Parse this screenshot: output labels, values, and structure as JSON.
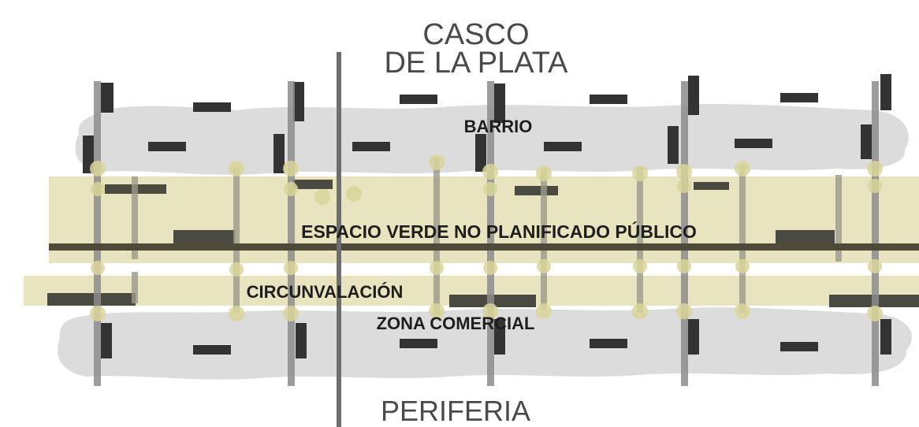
{
  "labels": {
    "top_line1": "CASCO",
    "top_line2": "DE LA PLATA",
    "barrio": "BARRIO",
    "espacio_verde": "ESPACIO VERDE NO PLANIFICADO PÚBLICO",
    "circunvalacion": "CIRCUNVALACIÓN",
    "zona_comercial": "ZONA COMERCIAL",
    "periferia": "PERIFERIA"
  },
  "colors": {
    "grey_cloud": "#dcdcdc",
    "green_band": "#e8e4bf",
    "main_road": "#4d4a3a",
    "secondary_road": "#3a3a3a",
    "node": "#d9d69a",
    "post": "#8c8c8c",
    "block": "#333333"
  }
}
